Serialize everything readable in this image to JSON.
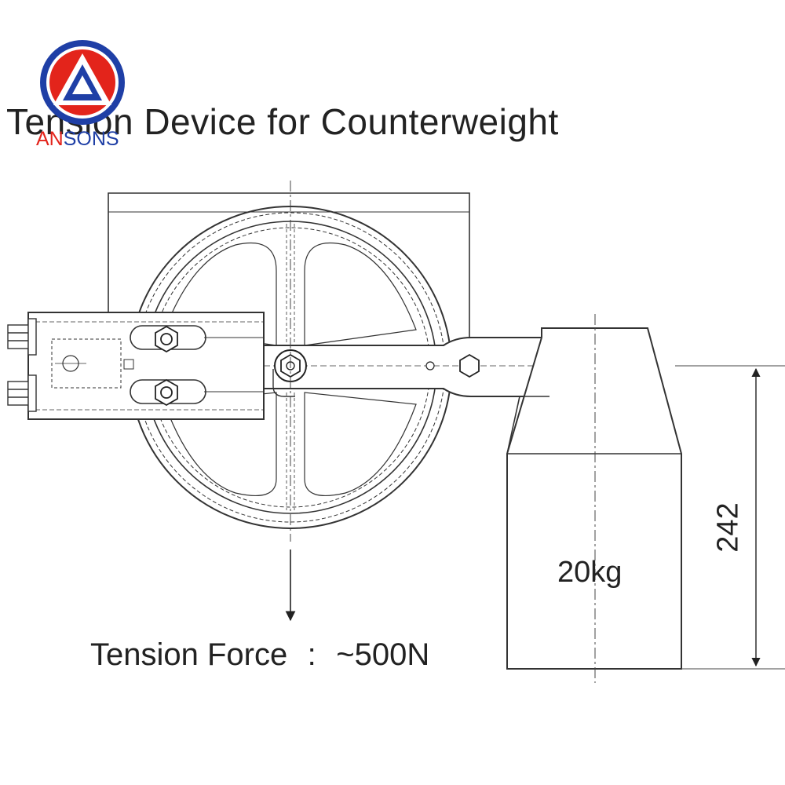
{
  "title": "Tension Device for Counterweight",
  "tension": {
    "label": "Tension Force",
    "separator": ":",
    "value": "~500N"
  },
  "weight": {
    "label": "20kg"
  },
  "dimension": {
    "value": "242"
  },
  "brand": {
    "part1": "AN",
    "part2": "SONS",
    "color_red": "#e3241b",
    "color_blue": "#1f3fa6"
  }
}
